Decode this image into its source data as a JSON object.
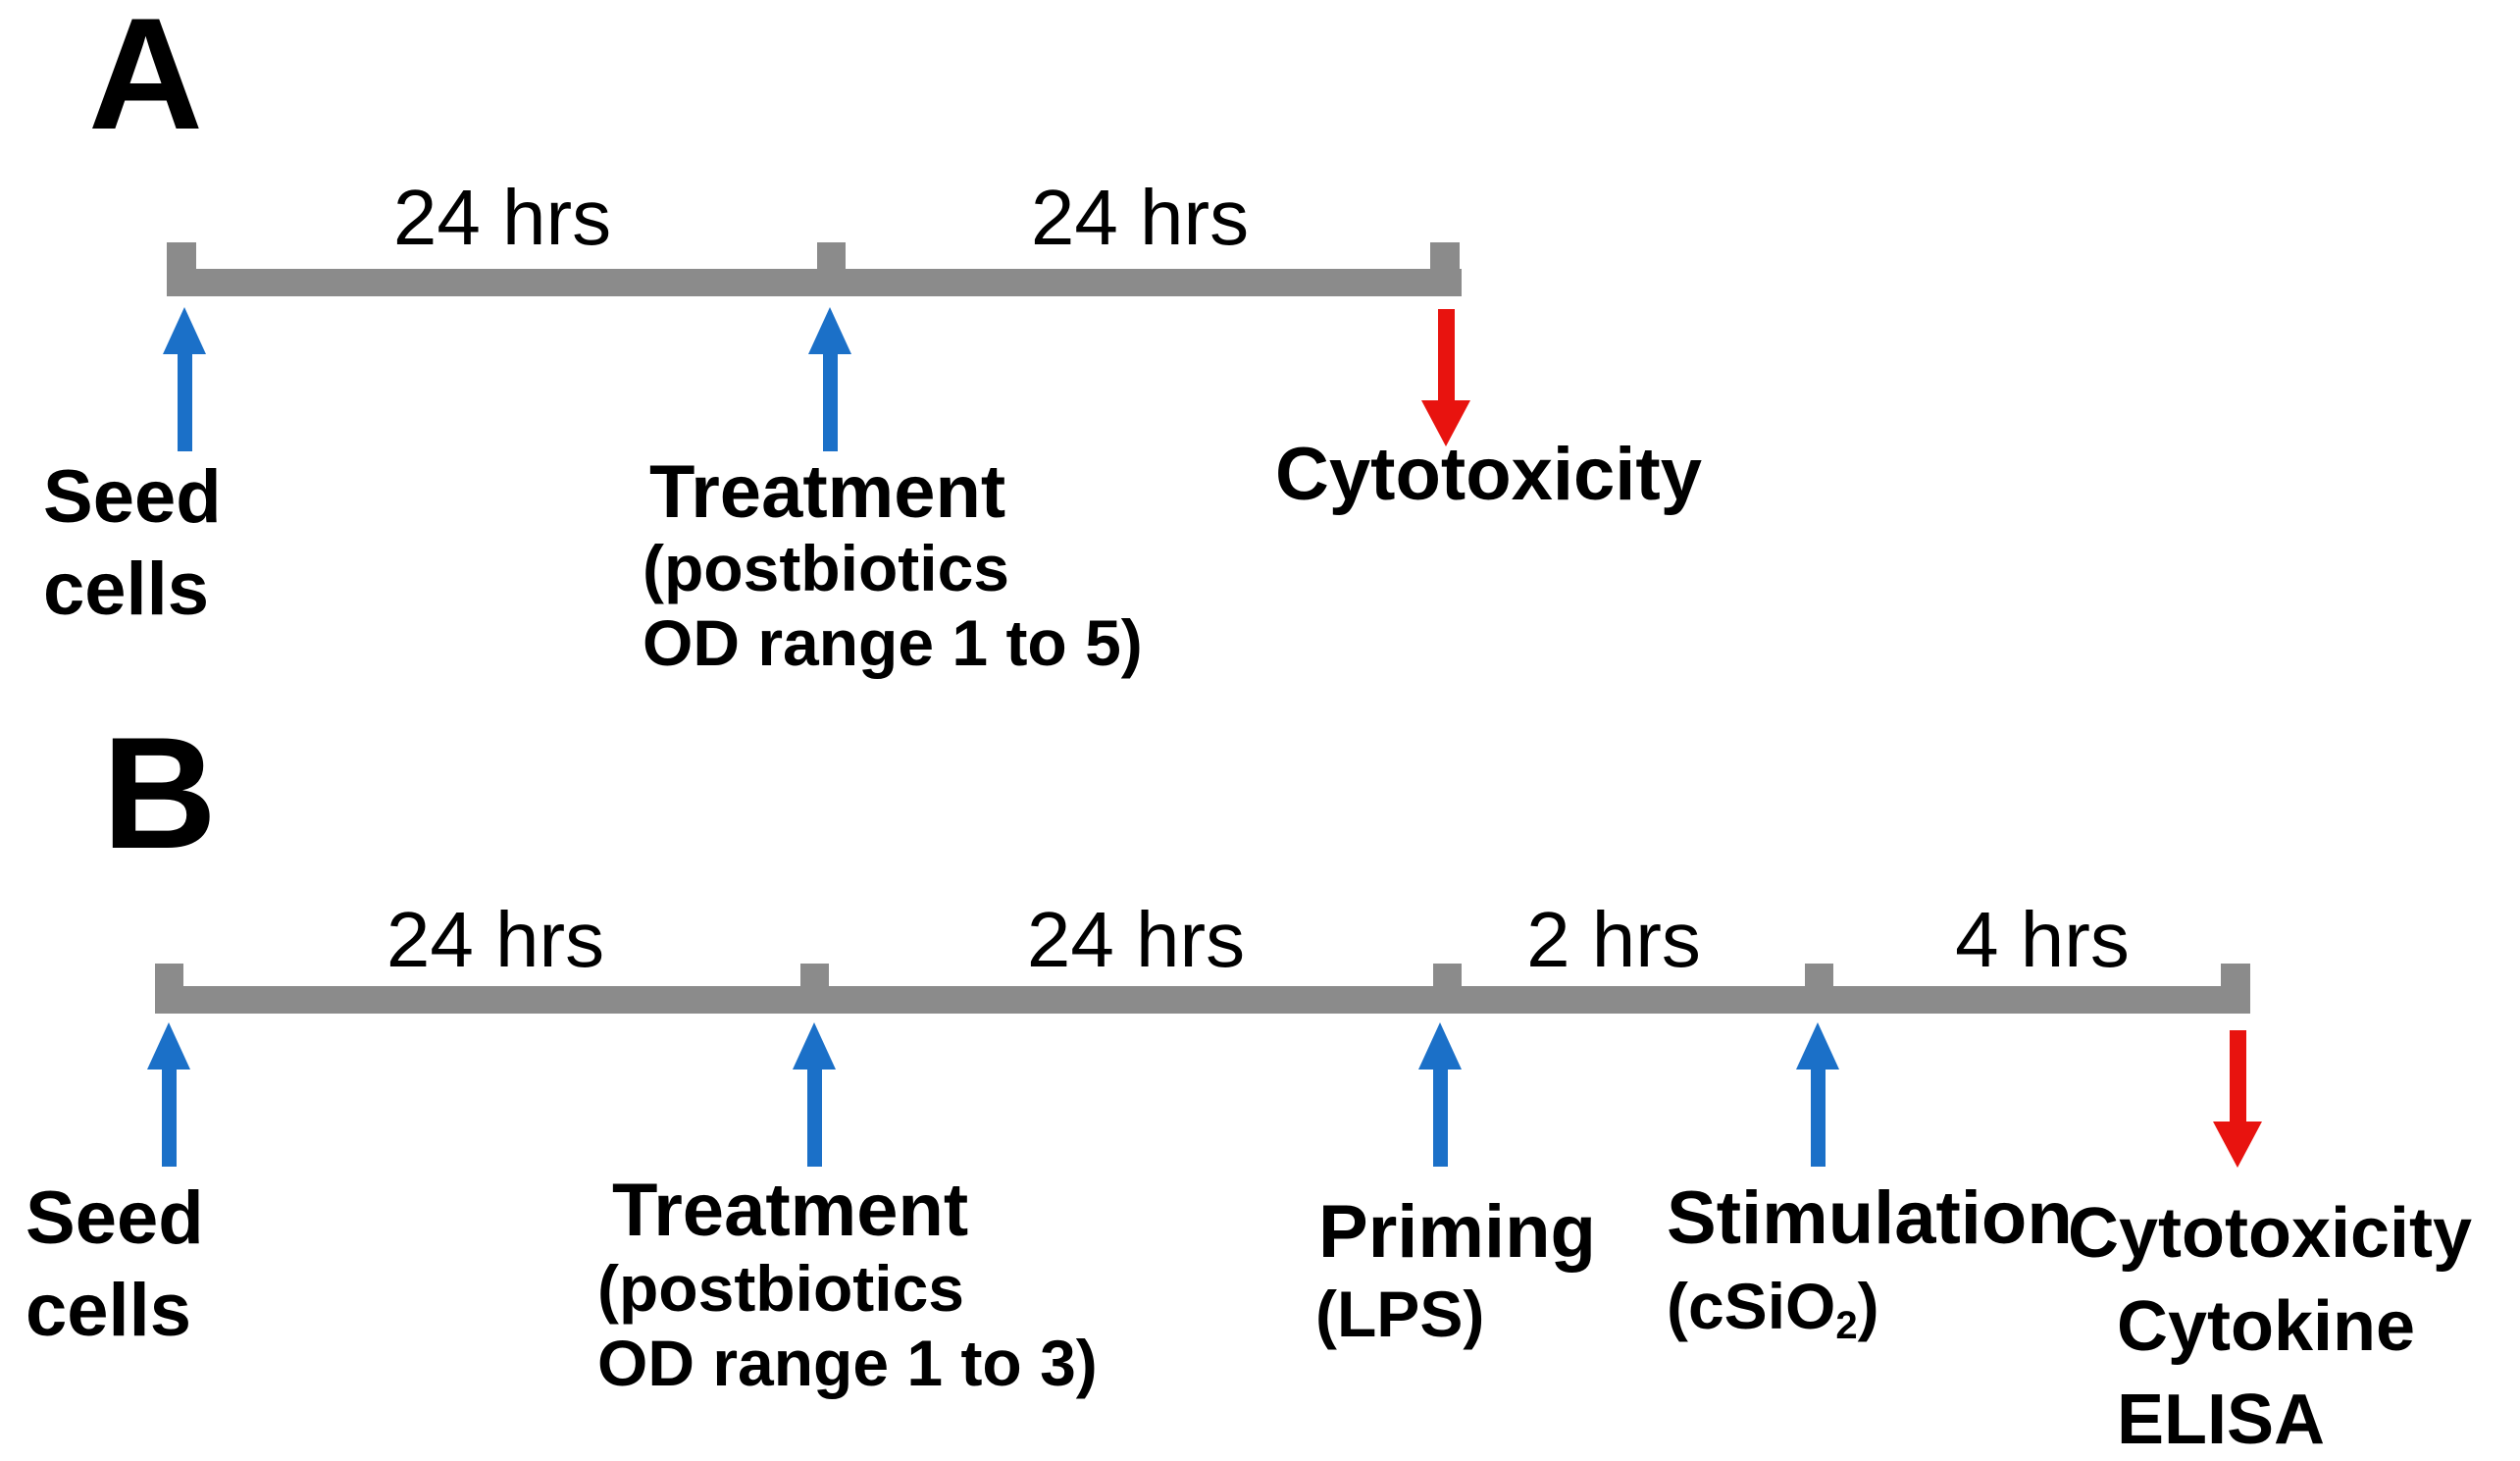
{
  "figure": {
    "colors": {
      "timeline_gray": "#8B8B8B",
      "event_arrow_blue": "#1B70C8",
      "readout_arrow_red": "#E8130F",
      "text": "#000000",
      "background": "#FFFFFF"
    },
    "panel_a": {
      "label": "A",
      "timeline_segments": [
        {
          "duration": "24 hrs"
        },
        {
          "duration": "24 hrs"
        }
      ],
      "seed": {
        "line1": "Seed",
        "line2": "cells"
      },
      "treatment": {
        "title": "Treatment",
        "sub1": "(postbiotics",
        "sub2": "OD range 1 to 5)"
      },
      "readout": {
        "title": "Cytotoxicity"
      }
    },
    "panel_b": {
      "label": "B",
      "timeline_segments": [
        {
          "duration": "24 hrs"
        },
        {
          "duration": "24 hrs"
        },
        {
          "duration": "2 hrs"
        },
        {
          "duration": "4 hrs"
        }
      ],
      "seed": {
        "line1": "Seed",
        "line2": "cells"
      },
      "treatment": {
        "title": "Treatment",
        "sub1": "(postbiotics",
        "sub2": "OD range 1 to 3)"
      },
      "priming": {
        "title": "Priming",
        "sub": "(LPS)"
      },
      "stimulation": {
        "title": "Stimulation",
        "sub_pre": "(cSiO",
        "sub_sub": "2",
        "sub_post": ")"
      },
      "readout": {
        "line1": "Cytotoxicity",
        "line2": "Cytokine",
        "line3": "ELISA"
      }
    }
  }
}
